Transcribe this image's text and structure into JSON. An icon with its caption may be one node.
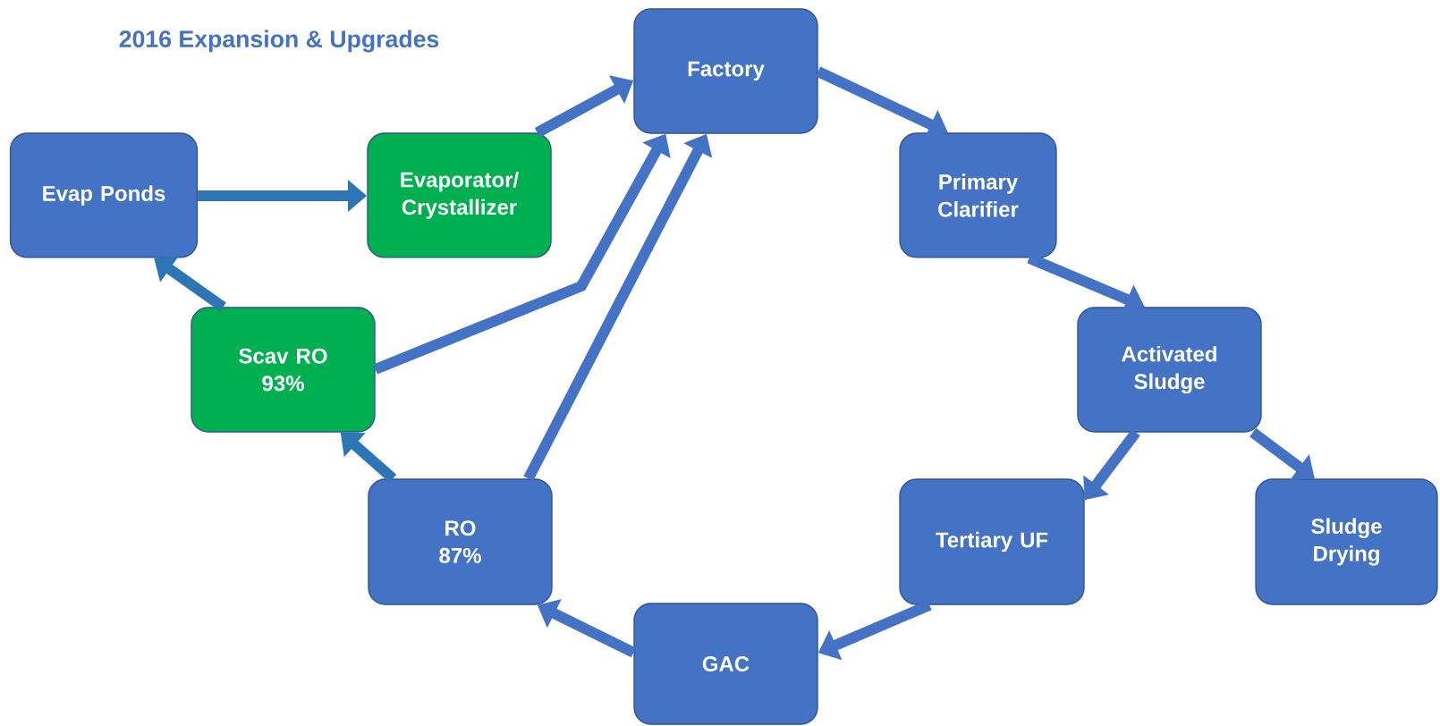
{
  "diagram": {
    "title": "2016 Expansion & Upgrades",
    "nodes": [
      {
        "text": [
          "Factory"
        ]
      },
      {
        "text": [
          "Primary Clarifier"
        ]
      },
      {
        "text": [
          "Activated Sludge"
        ]
      },
      {
        "text": [
          "Sludge Drying"
        ]
      },
      {
        "text": [
          "Tertiary UF"
        ]
      },
      {
        "text": [
          "GAC"
        ]
      },
      {
        "text": [
          "RO",
          "87%"
        ]
      },
      {
        "text": [
          "Scav RO",
          "93%"
        ]
      },
      {
        "text": [
          "Evap Ponds"
        ]
      },
      {
        "text": [
          "Evaporator/ Crystallizer"
        ]
      }
    ],
    "edges": [
      {
        "from": 0,
        "to": 1,
        "arrow": "to"
      },
      {
        "from": 1,
        "to": 2,
        "arrow": "to"
      },
      {
        "from": 2,
        "to": 3,
        "arrow": "to"
      },
      {
        "from": 2,
        "to": 4,
        "arrow": "to"
      },
      {
        "from": 4,
        "to": 5,
        "arrow": "to"
      },
      {
        "from": 5,
        "to": 6,
        "arrow": "to"
      },
      {
        "from": 6,
        "to": 7,
        "arrow": "to",
        "color": "#2e75b6"
      },
      {
        "from": 7,
        "to": 8,
        "arrow": "to",
        "color": "#2e75b6"
      },
      {
        "from": 8,
        "to": 9,
        "arrow": "to",
        "color": "#2e75b6"
      },
      {
        "from": 9,
        "to": 0,
        "arrow": "to"
      },
      {
        "from": 7,
        "to": 0,
        "arrow": "to"
      },
      {
        "from": 6,
        "to": 0,
        "arrow": "to"
      }
    ]
  }
}
